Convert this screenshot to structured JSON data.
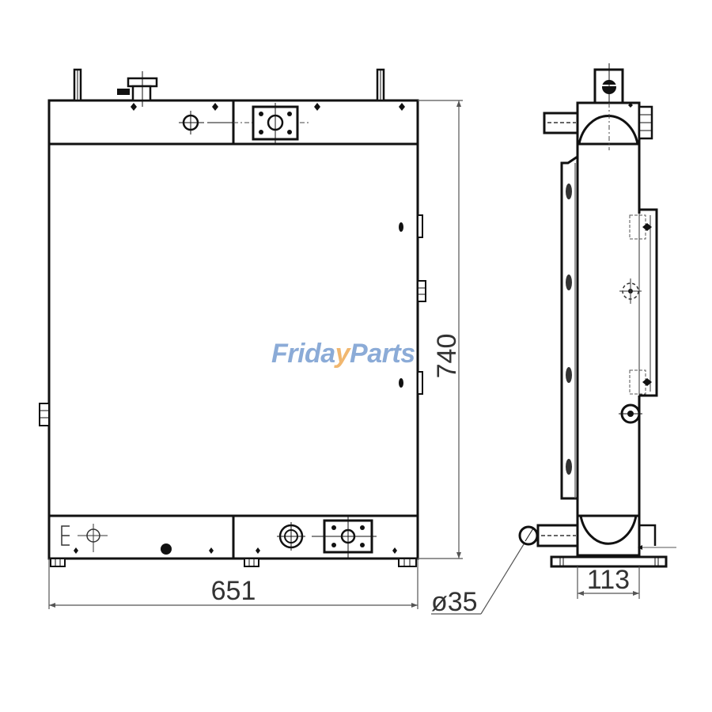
{
  "drawing": {
    "subject": "Radiator technical drawing",
    "front_view": {
      "width_dimension": "651",
      "height_dimension": "740"
    },
    "side_view": {
      "depth_dimension": "113",
      "pipe_diameter": "ø35"
    }
  },
  "watermark": {
    "text_part1": "Frida",
    "text_accent": "y",
    "text_part2": "Parts",
    "colors": {
      "primary": "#7fa3d3",
      "accent": "#f0b060"
    }
  },
  "colors": {
    "line": "#111111",
    "dimension_line": "#555555",
    "background": "#ffffff"
  }
}
